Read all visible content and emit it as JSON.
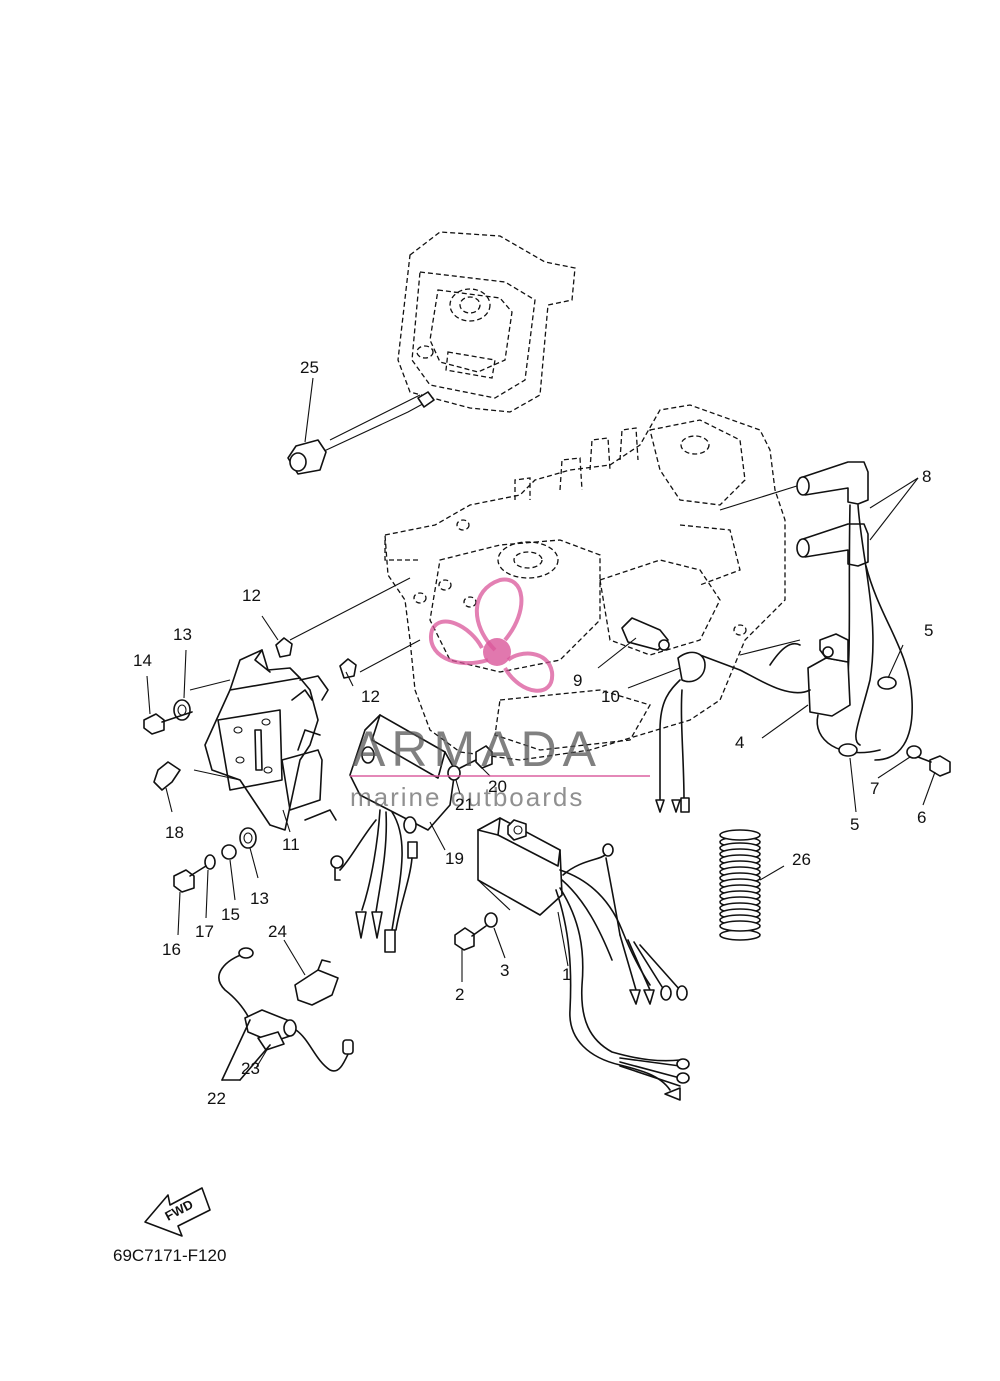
{
  "callouts": [
    "1",
    "2",
    "3",
    "4",
    "5",
    "5",
    "6",
    "7",
    "8",
    "9",
    "10",
    "11",
    "12",
    "12",
    "13",
    "13",
    "14",
    "15",
    "16",
    "17",
    "18",
    "19",
    "20",
    "21",
    "22",
    "23",
    "24",
    "25",
    "26"
  ],
  "diagram_code": "69C7171-F120",
  "fwd_label": "FWD",
  "watermark": {
    "brand": "ARMADA",
    "tagline": "marine outboards",
    "logo_color": "#d9569a"
  }
}
